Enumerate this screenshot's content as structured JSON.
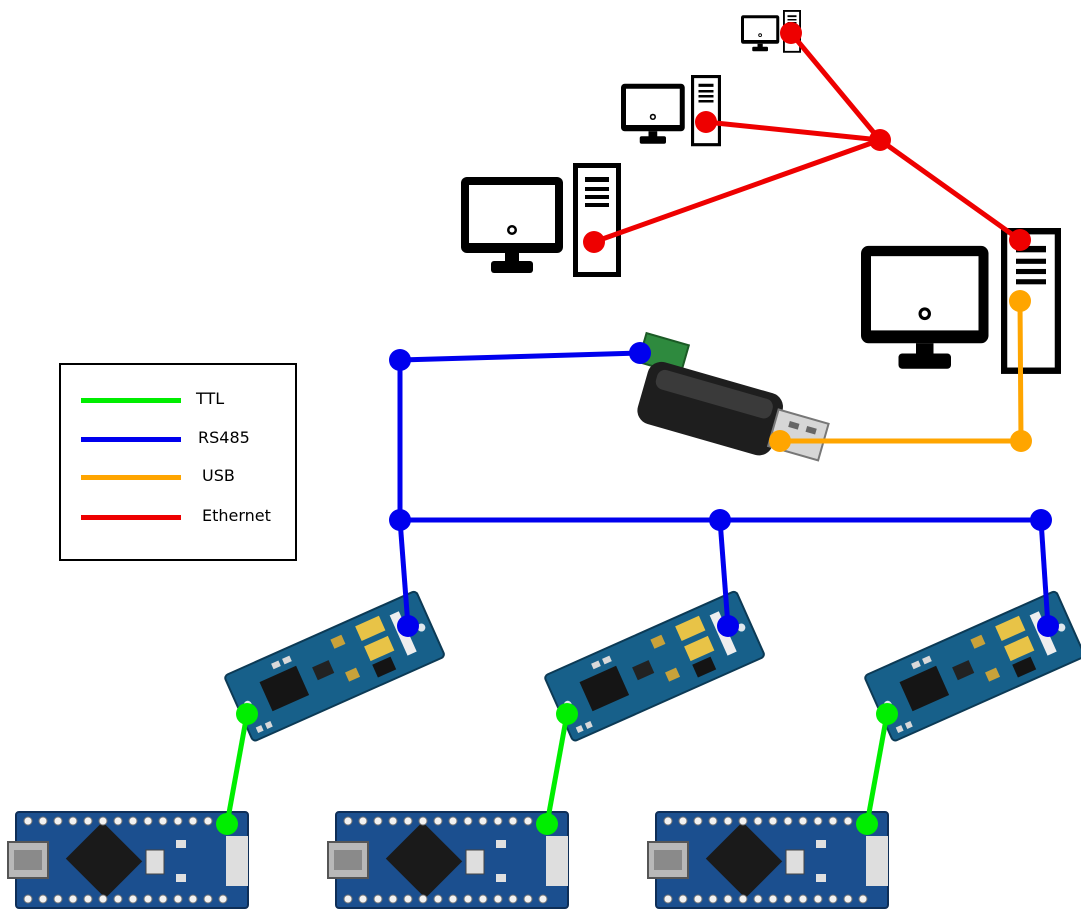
{
  "legend": {
    "items": [
      {
        "label": "TTL",
        "color": "#00ee00"
      },
      {
        "label": "RS485",
        "color": "#0000ee"
      },
      {
        "label": "USB",
        "color": "#ffa500"
      },
      {
        "label": "Ethernet",
        "color": "#ee0000"
      }
    ]
  },
  "colors": {
    "ttl": "#00ee00",
    "rs485": "#0000ee",
    "usb": "#ffa500",
    "ethernet": "#ee0000",
    "arduino_board": "#1a4f8f",
    "rs485_module": "#175f88"
  },
  "icons": [
    "desktop-computer-icon",
    "usb-rs485-adapter",
    "rs485-ttl-module",
    "arduino-nano-board"
  ]
}
